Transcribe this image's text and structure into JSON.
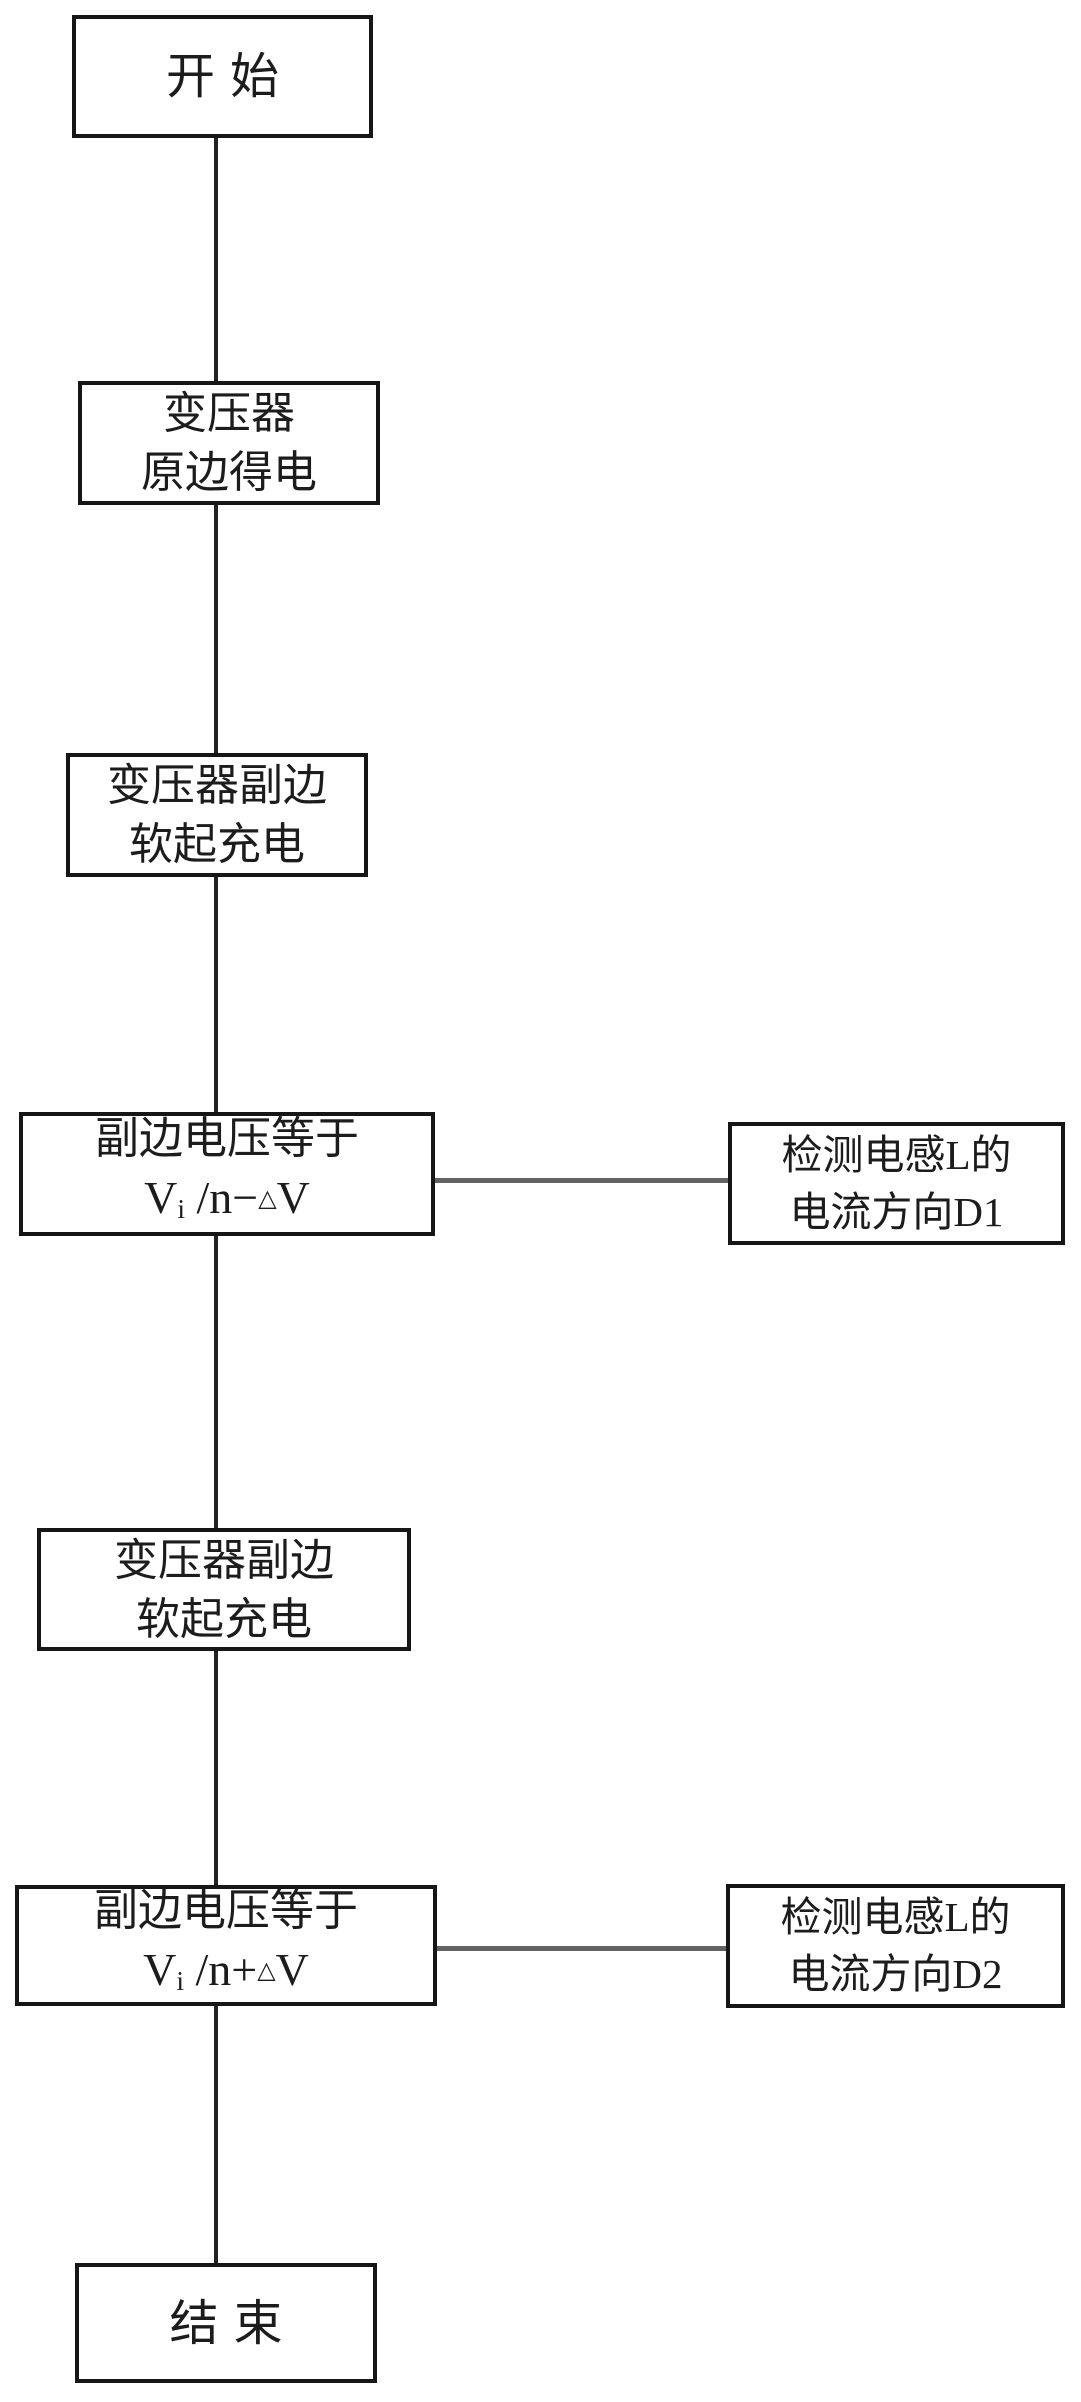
{
  "diagram": {
    "type": "flowchart",
    "colors": {
      "box_border": "#161616",
      "vertical_connector": "#222222",
      "horizontal_connector": "#626262",
      "background": "#ffffff"
    },
    "nodes": {
      "start": {
        "label": "开始"
      },
      "primary_energized": {
        "line1": "变压器",
        "line2": "原边得电"
      },
      "soft_charge_1": {
        "line1": "变压器副边",
        "line2": "软起充电"
      },
      "voltage_minus": {
        "line1": "副边电压等于",
        "formula": {
          "base": "V",
          "sub": "i",
          "mid": " /n−",
          "delta": "△",
          "tail": "V"
        }
      },
      "soft_charge_2": {
        "line1": "变压器副边",
        "line2": "软起充电"
      },
      "voltage_plus": {
        "line1": "副边电压等于",
        "formula": {
          "base": "V",
          "sub": "i",
          "mid": " /n+",
          "delta": "△",
          "tail": "V"
        }
      },
      "end": {
        "label": "结束"
      },
      "detect_d1": {
        "line1": "检测电感L的",
        "line2": "电流方向D1"
      },
      "detect_d2": {
        "line1": "检测电感L的",
        "line2": "电流方向D2"
      }
    }
  }
}
